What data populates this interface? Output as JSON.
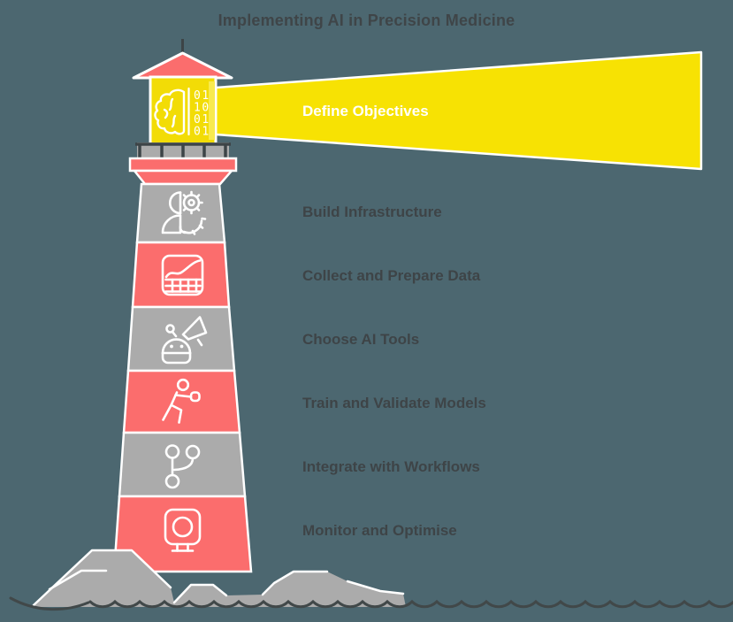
{
  "title": "Implementing AI in Precision Medicine",
  "steps": [
    {
      "label": "Define Objectives",
      "icon": "brain-binary-icon",
      "band_color": "yellow"
    },
    {
      "label": "Build Infrastructure",
      "icon": "person-gears-icon",
      "band_color": "gray"
    },
    {
      "label": "Collect and Prepare Data",
      "icon": "data-chart-icon",
      "band_color": "red"
    },
    {
      "label": "Choose AI Tools",
      "icon": "robot-megaphone-icon",
      "band_color": "gray"
    },
    {
      "label": "Train and Validate Models",
      "icon": "training-figure-icon",
      "band_color": "red"
    },
    {
      "label": "Integrate with Workflows",
      "icon": "branch-workflow-icon",
      "band_color": "gray"
    },
    {
      "label": "Monitor and Optimise",
      "icon": "monitor-camera-icon",
      "band_color": "red"
    }
  ],
  "lamp": {
    "binary_rows": [
      "01",
      "10",
      "01",
      "01"
    ]
  },
  "scene": {
    "elements": [
      "lighthouse",
      "light-beam",
      "rocks",
      "waves"
    ]
  },
  "colors": {
    "background": "#4C6770",
    "coral_red": "#FB6D6D",
    "band_gray": "#ABABAB",
    "beam_yellow": "#F7E203",
    "lamp_yellow": "#F2DC06",
    "outline_white": "#FFFFFF",
    "dark_detail": "#3D4447",
    "title_text": "#3F4548",
    "beam_label_text": "#FFFFFF"
  }
}
